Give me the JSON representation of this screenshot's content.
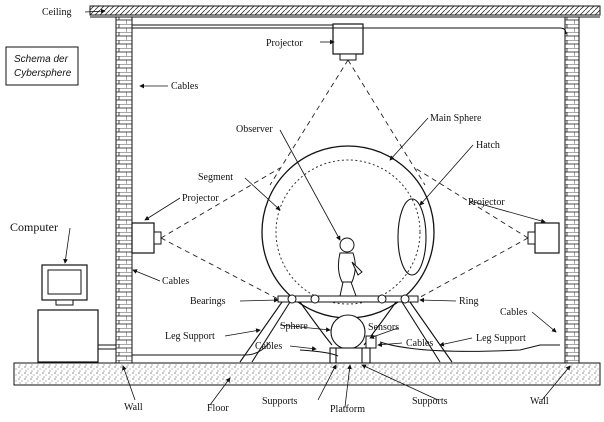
{
  "title_box": {
    "line1": "Schema der",
    "line2": "Cybersphere"
  },
  "labels": {
    "ceiling": "Ceiling",
    "projector_top": "Projector",
    "cables_top": "Cables",
    "observer": "Observer",
    "main_sphere": "Main Sphere",
    "hatch": "Hatch",
    "segment": "Segment",
    "projector_left": "Projector",
    "projector_right": "Projector",
    "computer": "Computer",
    "cables_left": "Cables",
    "bearings": "Bearings",
    "ring": "Ring",
    "cables_right": "Cables",
    "leg_support_left": "Leg Support",
    "sphere": "Sphere",
    "sensors": "Sensors",
    "leg_support_right": "Leg Support",
    "cables_bottom_left": "Cables",
    "cables_bottom_right": "Cables",
    "wall_left": "Wall",
    "floor": "Floor",
    "supports_left": "Supports",
    "platform": "Platform",
    "supports_right": "Supports",
    "wall_right": "Wall"
  },
  "colors": {
    "ink": "#111111",
    "hatch": "#555555",
    "background": "#ffffff"
  }
}
